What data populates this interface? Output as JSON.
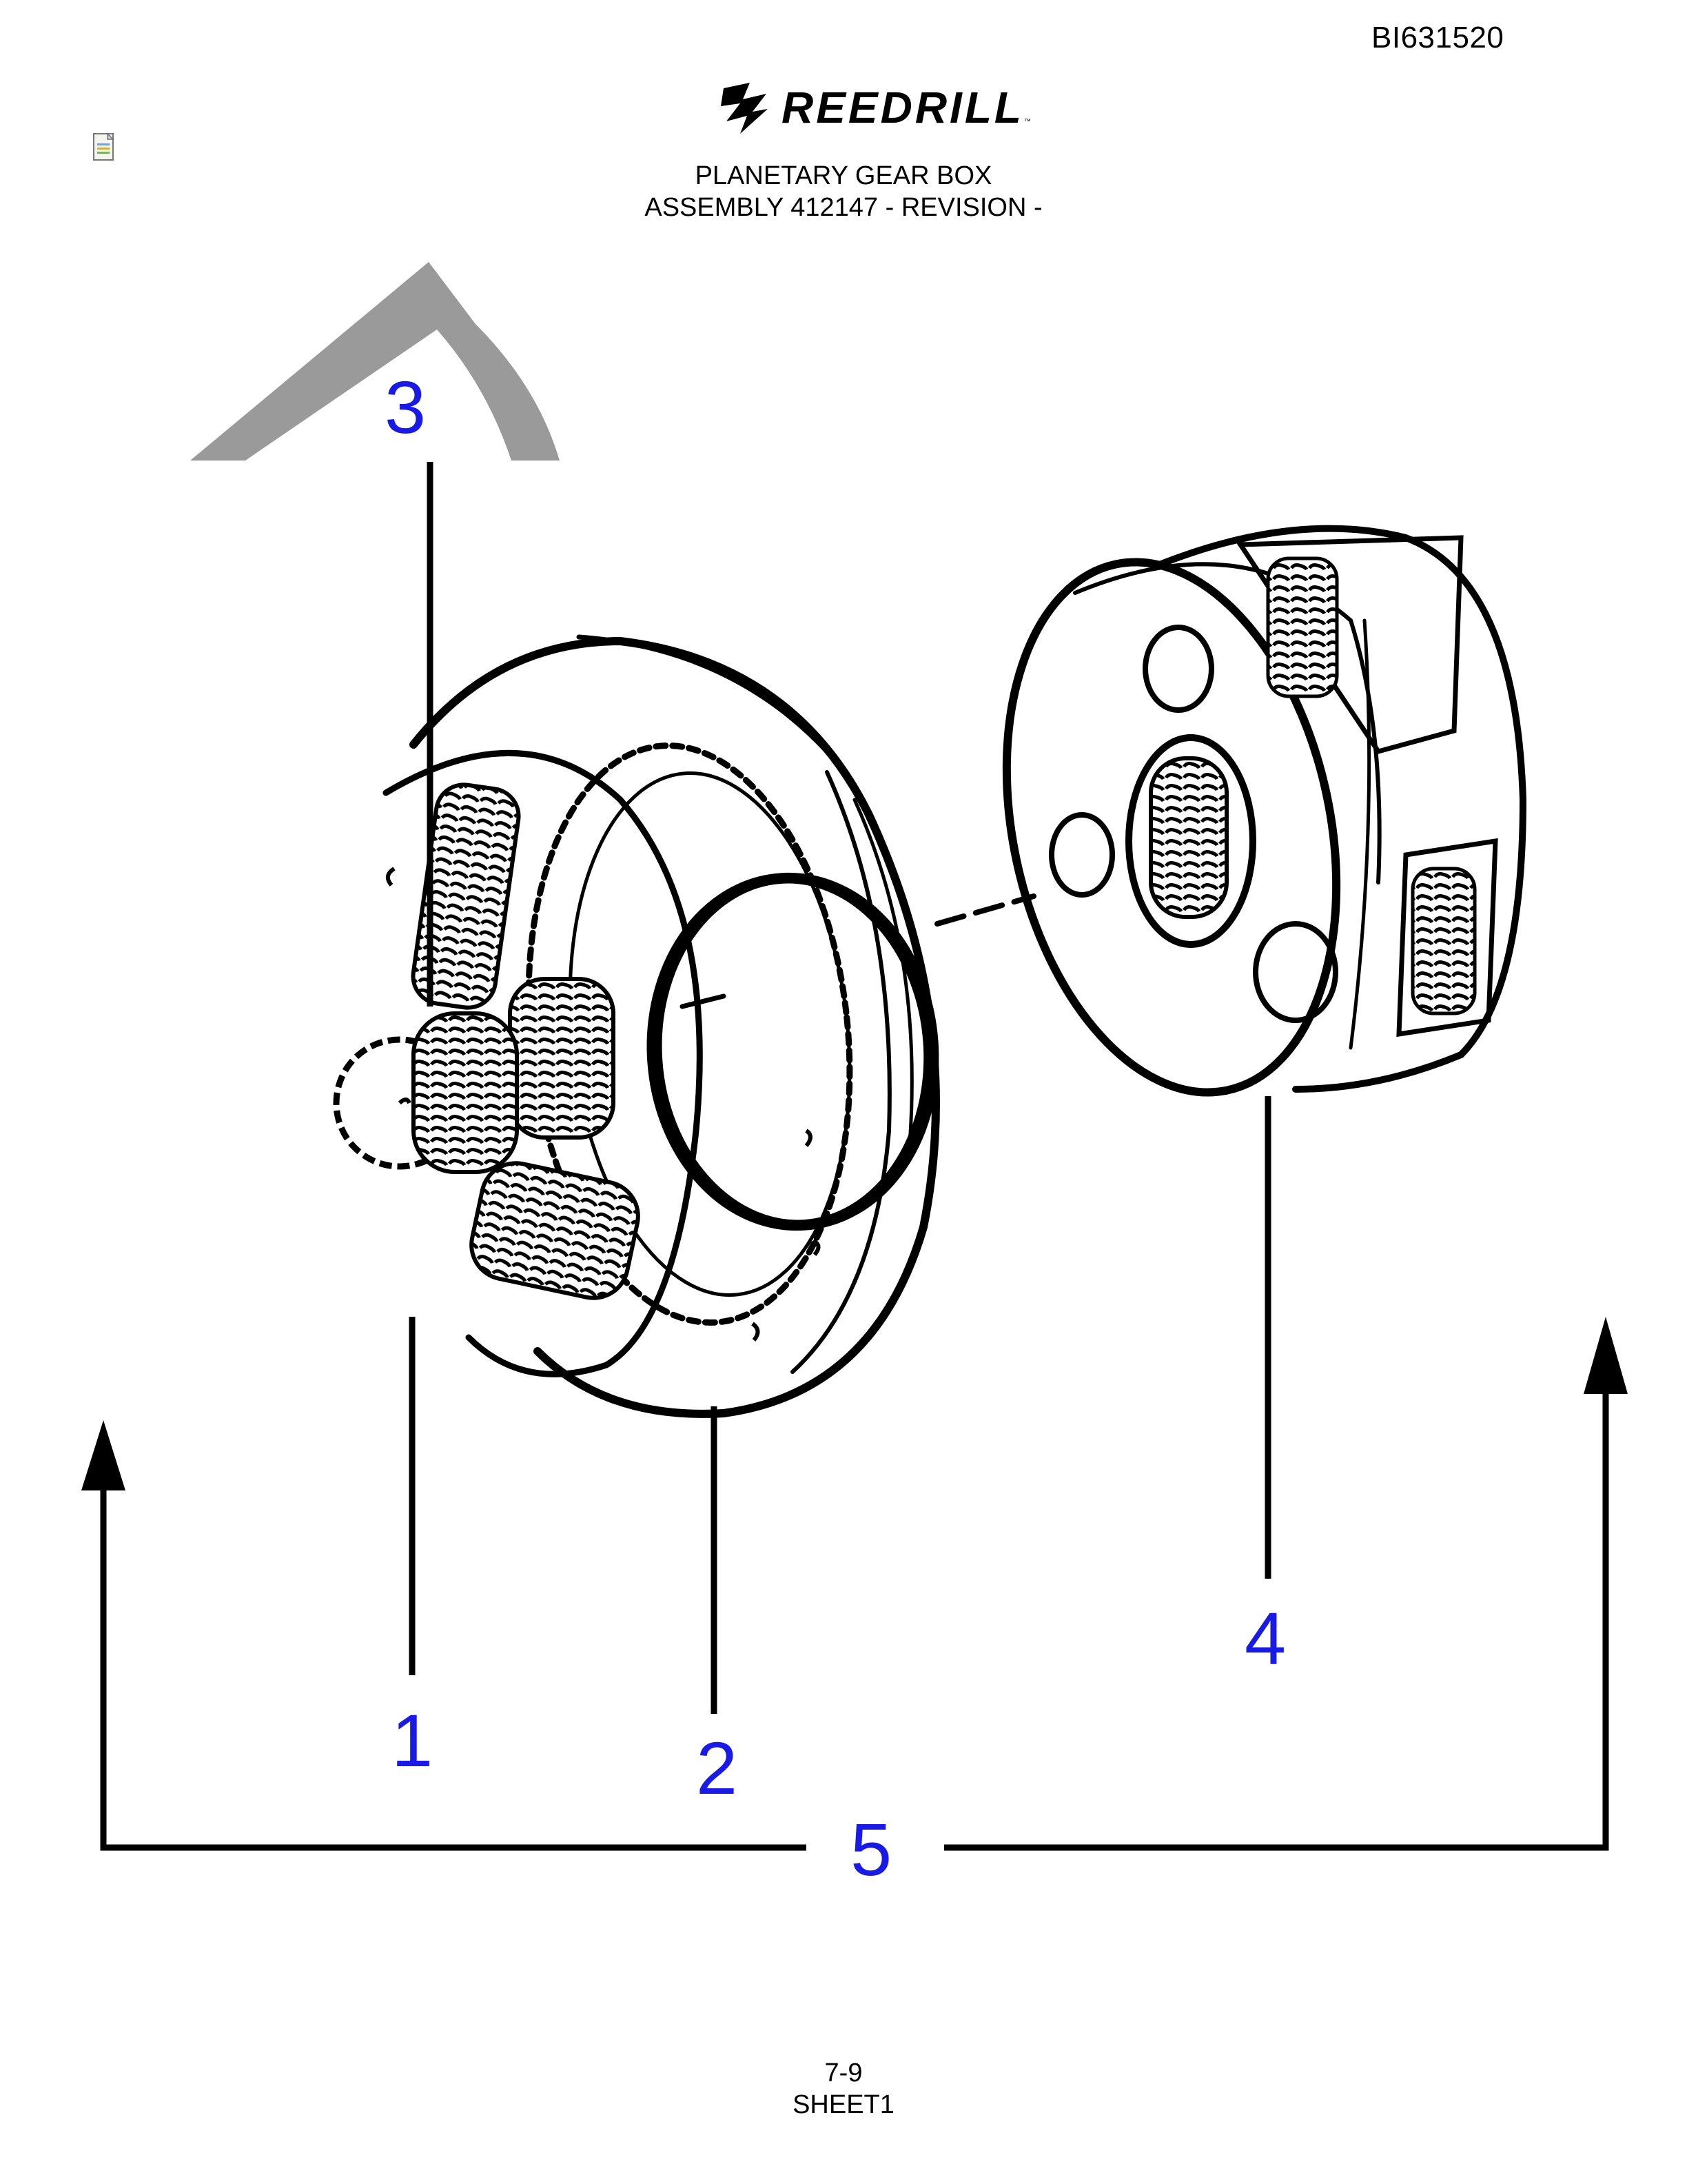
{
  "document_id": "BI631520",
  "logo": {
    "brand": "REEDRILL",
    "trademark": "™",
    "icon": "drill-bit-logo-icon"
  },
  "title": {
    "line1": "PLANETARY GEAR BOX",
    "line2": "ASSEMBLY 412147 - REVISION -"
  },
  "callouts": [
    "1",
    "2",
    "3",
    "4",
    "5"
  ],
  "footer": {
    "page": "7-9",
    "sheet": "SHEET1"
  },
  "colors": {
    "callout": "#1a1ae6",
    "line": "#000000",
    "watermark": "#9a9a9a"
  }
}
